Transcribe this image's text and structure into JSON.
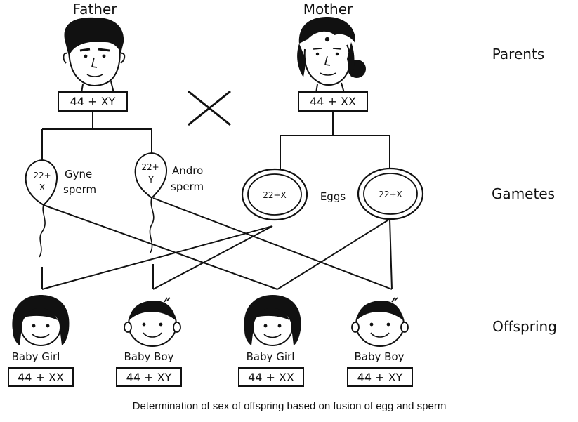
{
  "parents": {
    "father": {
      "label": "Father",
      "genotype": "44 + XY"
    },
    "mother": {
      "label": "Mother",
      "genotype": "44 + XX"
    },
    "row_label": "Parents"
  },
  "gametes": {
    "row_label": "Gametes",
    "sperm": [
      {
        "chromosomes_line1": "22+",
        "chromosomes_line2": "X",
        "name_line1": "Gyne",
        "name_line2": "sperm"
      },
      {
        "chromosomes_line1": "22+",
        "chromosomes_line2": "Y",
        "name_line1": "Andro",
        "name_line2": "sperm"
      }
    ],
    "eggs": [
      {
        "chromosomes": "22+X"
      },
      {
        "chromosomes": "22+X"
      }
    ],
    "eggs_label": "Eggs"
  },
  "offspring": {
    "row_label": "Offspring",
    "children": [
      {
        "label": "Baby Girl",
        "genotype": "44 + XX"
      },
      {
        "label": "Baby Boy",
        "genotype": "44 + XY"
      },
      {
        "label": "Baby Girl",
        "genotype": "44 + XX"
      },
      {
        "label": "Baby Boy",
        "genotype": "44 + XY"
      }
    ]
  },
  "caption": "Determination of sex of offspring based on fusion of egg and sperm"
}
